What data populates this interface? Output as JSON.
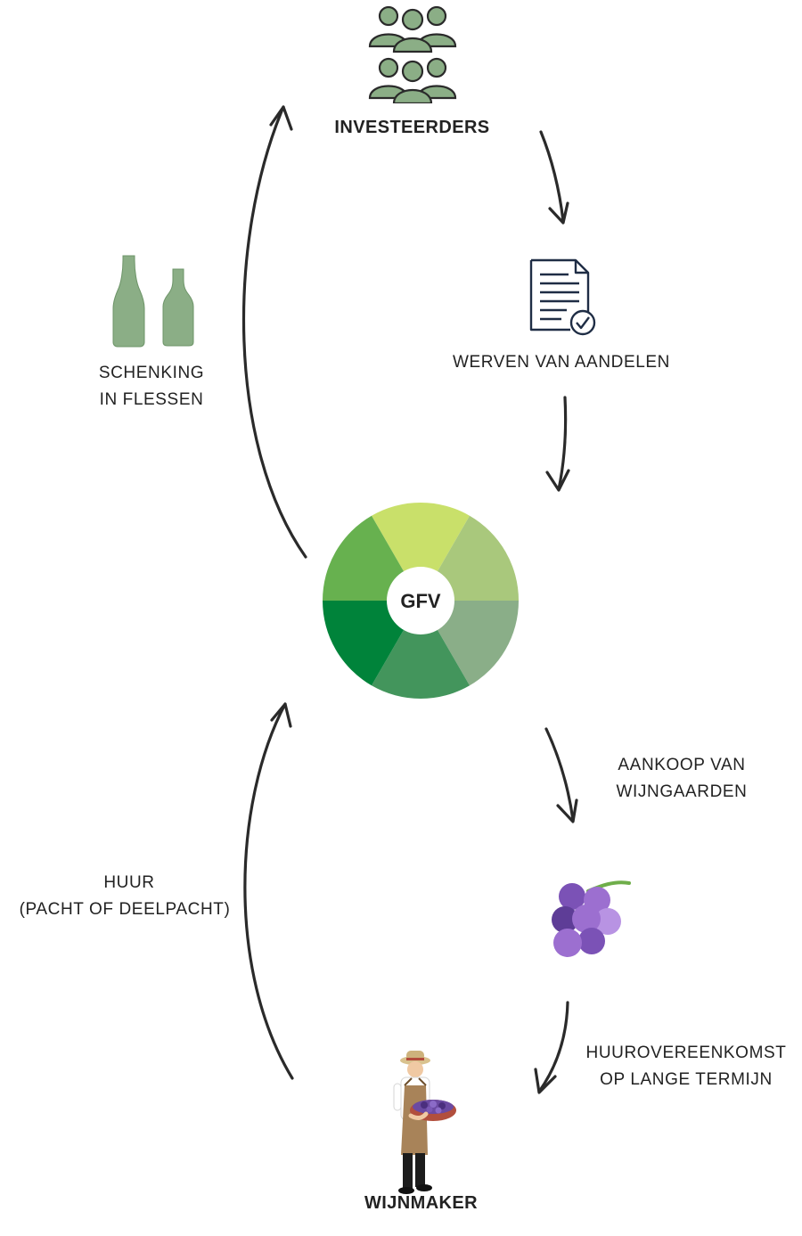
{
  "nodes": {
    "investors": "INVESTEERDERS",
    "shares": "WERVEN VAN AANDELEN",
    "hub": "GFV",
    "winemaker": "WIJNMAKER"
  },
  "edges": {
    "bottles": [
      "SCHENKING",
      "IN FLESSEN"
    ],
    "purchase": [
      "AANKOOP VAN",
      "WIJNGAARDEN"
    ],
    "lease": [
      "HUUROVEREENKOMST",
      "OP LANGE TERMIJN"
    ],
    "rent": [
      "HUUR",
      "(PACHT OF DEELPACHT)"
    ]
  },
  "icons": {
    "investors": "people-group-icon",
    "shares": "document-check-icon",
    "bottles": "wine-bottles-icon",
    "grapes": "grapes-icon",
    "winemaker": "winemaker-icon"
  },
  "colors": {
    "people": "#8bae86",
    "wheel": [
      "#c9e06a",
      "#a9c87c",
      "#8aae88",
      "#43955c",
      "#00833a",
      "#67b14f"
    ],
    "grape": [
      "#7b52b6",
      "#9c6fd0",
      "#b893e3"
    ],
    "arrow": "#2a2a2a"
  }
}
